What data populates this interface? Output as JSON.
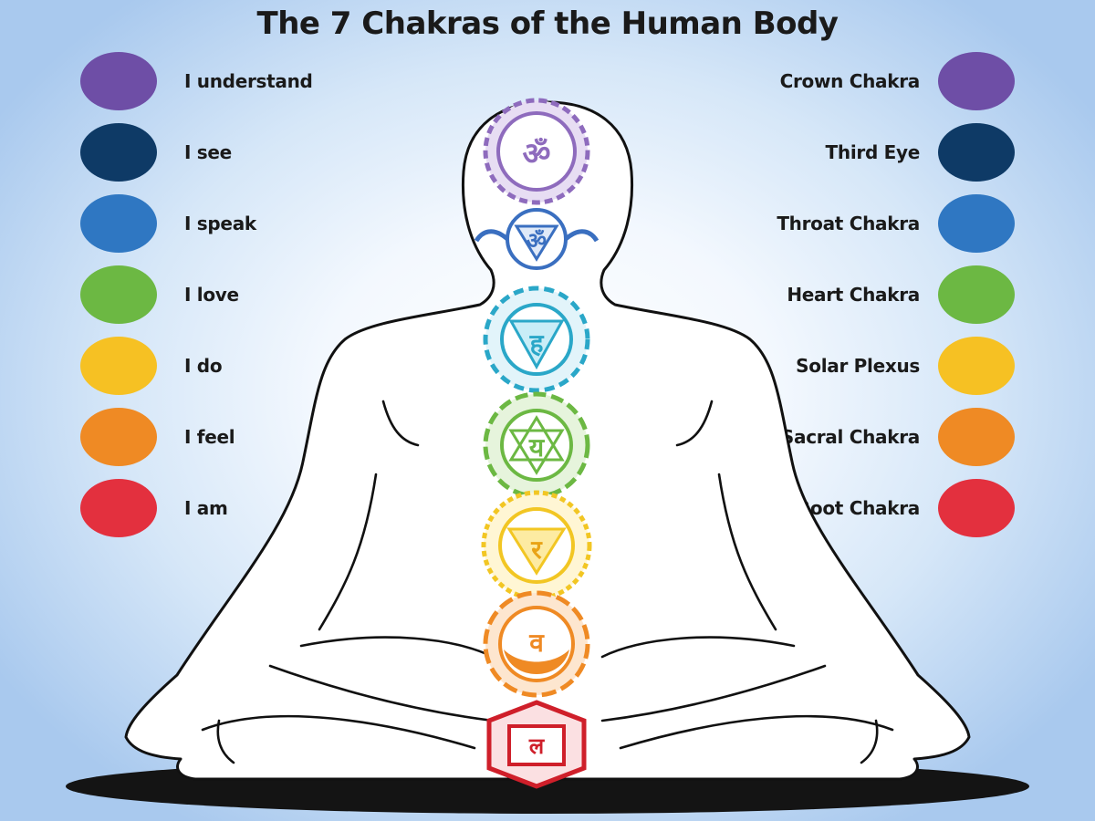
{
  "title": "The 7 Chakras of the Human Body",
  "affirmations": [
    {
      "label": "I understand",
      "color": "#6e4ea6"
    },
    {
      "label": "I see",
      "color": "#0e3a66"
    },
    {
      "label": "I speak",
      "color": "#2f77c2"
    },
    {
      "label": "I love",
      "color": "#6cb843"
    },
    {
      "label": "I do",
      "color": "#f6c123"
    },
    {
      "label": "I feel",
      "color": "#ef8a24"
    },
    {
      "label": "I am",
      "color": "#e3303e"
    }
  ],
  "chakras": [
    {
      "label": "Crown Chakra",
      "color": "#6e4ea6",
      "symbol_icon": "om-lotus-icon"
    },
    {
      "label": "Third Eye",
      "color": "#0e3a66",
      "symbol_icon": "om-triangle-icon"
    },
    {
      "label": "Throat Chakra",
      "color": "#2f77c2",
      "symbol_icon": "ham-lotus-icon"
    },
    {
      "label": "Heart Chakra",
      "color": "#6cb843",
      "symbol_icon": "yam-lotus-icon"
    },
    {
      "label": "Solar Plexus",
      "color": "#f6c123",
      "symbol_icon": "ram-lotus-icon"
    },
    {
      "label": "Sacral Chakra",
      "color": "#ef8a24",
      "symbol_icon": "vam-lotus-icon"
    },
    {
      "label": "Root Chakra",
      "color": "#e3303e",
      "symbol_icon": "lam-lotus-icon"
    }
  ],
  "symbol_colors": [
    "#8e6bbd",
    "#3a6fc0",
    "#2aa7c8",
    "#6cb843",
    "#f2c623",
    "#ef8a24",
    "#cf1f2a"
  ]
}
